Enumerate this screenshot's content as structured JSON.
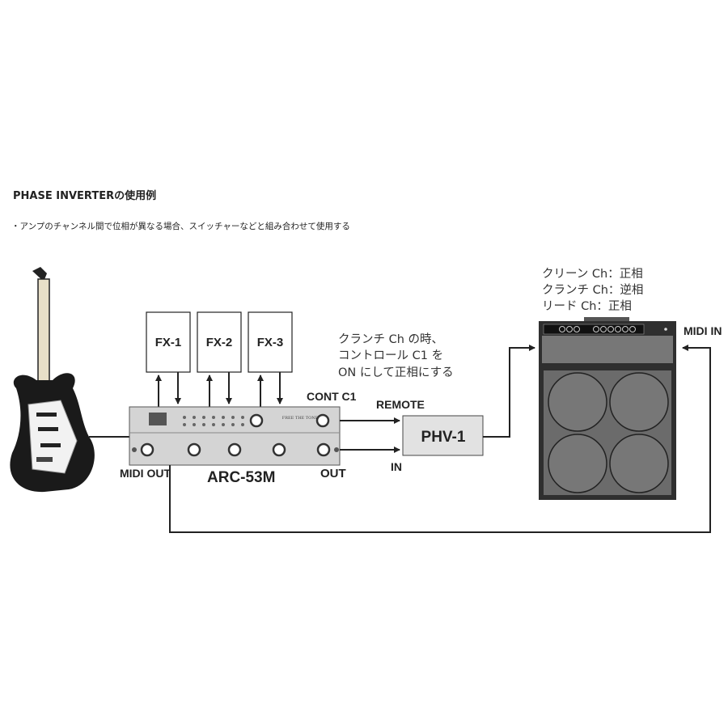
{
  "title": "PHASE INVERTERの使用例",
  "subtitle": "・アンプのチャンネル間で位相が異なる場合、スイッチャーなどと組み合わせて使用する",
  "diagram": {
    "fx": [
      "FX-1",
      "FX-2",
      "FX-3"
    ],
    "switcher": {
      "name": "ARC-53M",
      "brand": "FREE THE TONE",
      "midi_out": "MIDI OUT",
      "out": "OUT",
      "cont": "CONT C1"
    },
    "phv": {
      "name": "PHV-1",
      "remote": "REMOTE",
      "in": "IN"
    },
    "amp": {
      "midi_in": "MIDI IN"
    },
    "note": [
      "クランチ Ch の時、",
      "コントロール C1 を",
      "ON にして正相にする"
    ],
    "channels": [
      "クリーン Ch：正相",
      "クランチ Ch：逆相",
      "リード Ch：正相"
    ]
  },
  "colors": {
    "line": "#222222",
    "panel": "#d4d4d4",
    "amp": "#6b6b6b",
    "amp_dark": "#2a2a2a"
  }
}
